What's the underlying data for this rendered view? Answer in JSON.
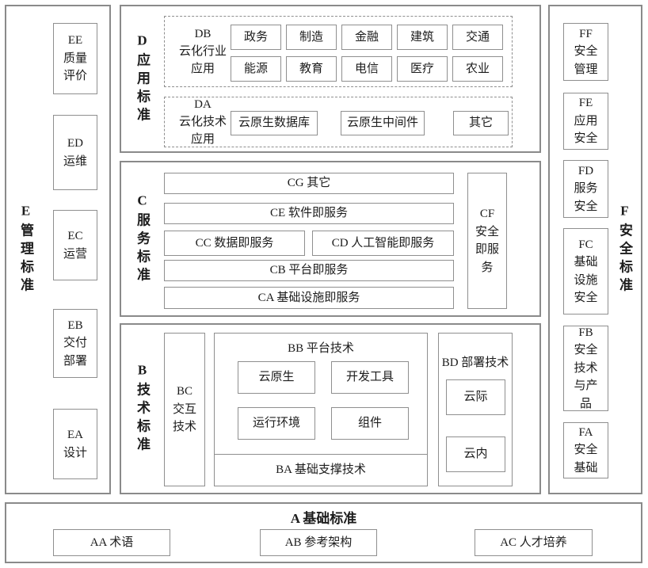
{
  "colors": {
    "border": "#8f8f8f",
    "section_border": "#8a8a8a",
    "text": "#1c1c1c",
    "background": "#ffffff"
  },
  "e": {
    "label": "E管理标准",
    "boxes": [
      {
        "text": "EE\n质量\n评价"
      },
      {
        "text": "ED\n运维"
      },
      {
        "text": "EC\n运营"
      },
      {
        "text": "EB\n交付\n部署"
      },
      {
        "text": "EA\n设计"
      }
    ]
  },
  "f": {
    "label": "F安全标准",
    "boxes": [
      {
        "text": "FF\n安全\n管理"
      },
      {
        "text": "FE\n应用\n安全"
      },
      {
        "text": "FD\n服务\n安全"
      },
      {
        "text": "FC\n基础\n设施\n安全"
      },
      {
        "text": "FB\n安全\n技术\n与产\n品"
      },
      {
        "text": "FA\n安全\n基础"
      }
    ]
  },
  "d": {
    "label": "D应用标准",
    "db": {
      "label": "DB\n云化行业\n应用",
      "industries": [
        "政务",
        "制造",
        "金融",
        "建筑",
        "交通",
        "能源",
        "教育",
        "电信",
        "医疗",
        "农业"
      ]
    },
    "da": {
      "label": "DA\n云化技术\n应用",
      "items": [
        "云原生数据库",
        "云原生中间件",
        "其它"
      ]
    }
  },
  "c": {
    "label": "C服务标准",
    "cg": "CG 其它",
    "ce": "CE 软件即服务",
    "cc": "CC 数据即服务",
    "cd": "CD 人工智能即服务",
    "cb": "CB 平台即服务",
    "ca": "CA 基础设施即服务",
    "cf": "CF\n安全\n即服\n务"
  },
  "b": {
    "label": "B技术标准",
    "bc": "BC\n交互\n技术",
    "bb": {
      "title": "BB 平台技术",
      "items": [
        "云原生",
        "开发工具",
        "运行环境",
        "组件"
      ]
    },
    "ba": "BA 基础支撑技术",
    "bd": {
      "title": "BD 部署技术",
      "items": [
        "云际",
        "云内"
      ]
    }
  },
  "a": {
    "title": "A 基础标准",
    "items": [
      "AA 术语",
      "AB 参考架构",
      "AC 人才培养"
    ]
  }
}
